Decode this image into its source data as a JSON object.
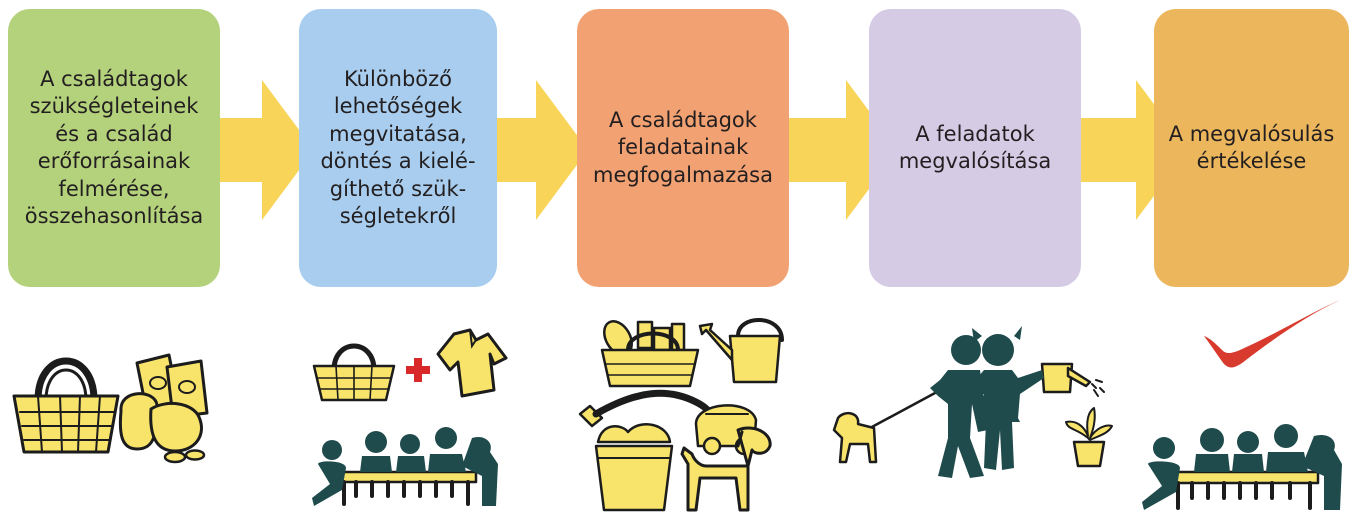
{
  "steps": [
    {
      "id": "assessment",
      "color": "#b4d27c",
      "lines": [
        "A családtagok",
        "szükségleteinek",
        "és a család",
        "erőforrásainak",
        "felmérése,",
        "összehasonlítása"
      ]
    },
    {
      "id": "discussion",
      "color": "#a8cdee",
      "lines": [
        "Különböző",
        "lehetőségek",
        "megvitatása,",
        "döntés a kielé-",
        "gíthető szük-",
        "ségletekről"
      ]
    },
    {
      "id": "tasks",
      "color": "#f1a172",
      "lines": [
        "A családtagok",
        "feladatainak",
        "megfogalmazása"
      ]
    },
    {
      "id": "execution",
      "color": "#d6cbe5",
      "lines": [
        "A feladatok",
        "megvalósítása"
      ]
    },
    {
      "id": "evaluation",
      "color": "#ebb65c",
      "lines": [
        "A megvalósulás",
        "értékelése"
      ]
    }
  ],
  "colors": {
    "arrow": "#f8d458",
    "icon_fill": "#f8e36b",
    "icon_stroke": "#1c1c1c",
    "people": "#1f4b4c",
    "plus": "#d8282a",
    "check": "#d83b2e"
  },
  "icons": {
    "assessment": [
      "basket-icon",
      "purse-money-icon"
    ],
    "discussion": [
      "basket-icon",
      "plus-icon",
      "blouse-icon",
      "family-table-icon"
    ],
    "tasks": [
      "grocery-basket-icon",
      "watering-can-icon",
      "vacuum-cleaner-icon",
      "laundry-bucket-icon",
      "dog-icon"
    ],
    "execution": [
      "dog-walking-icon",
      "child-watering-plant-icon",
      "plant-pot-icon"
    ],
    "evaluation": [
      "checkmark-icon",
      "family-table-icon"
    ]
  }
}
